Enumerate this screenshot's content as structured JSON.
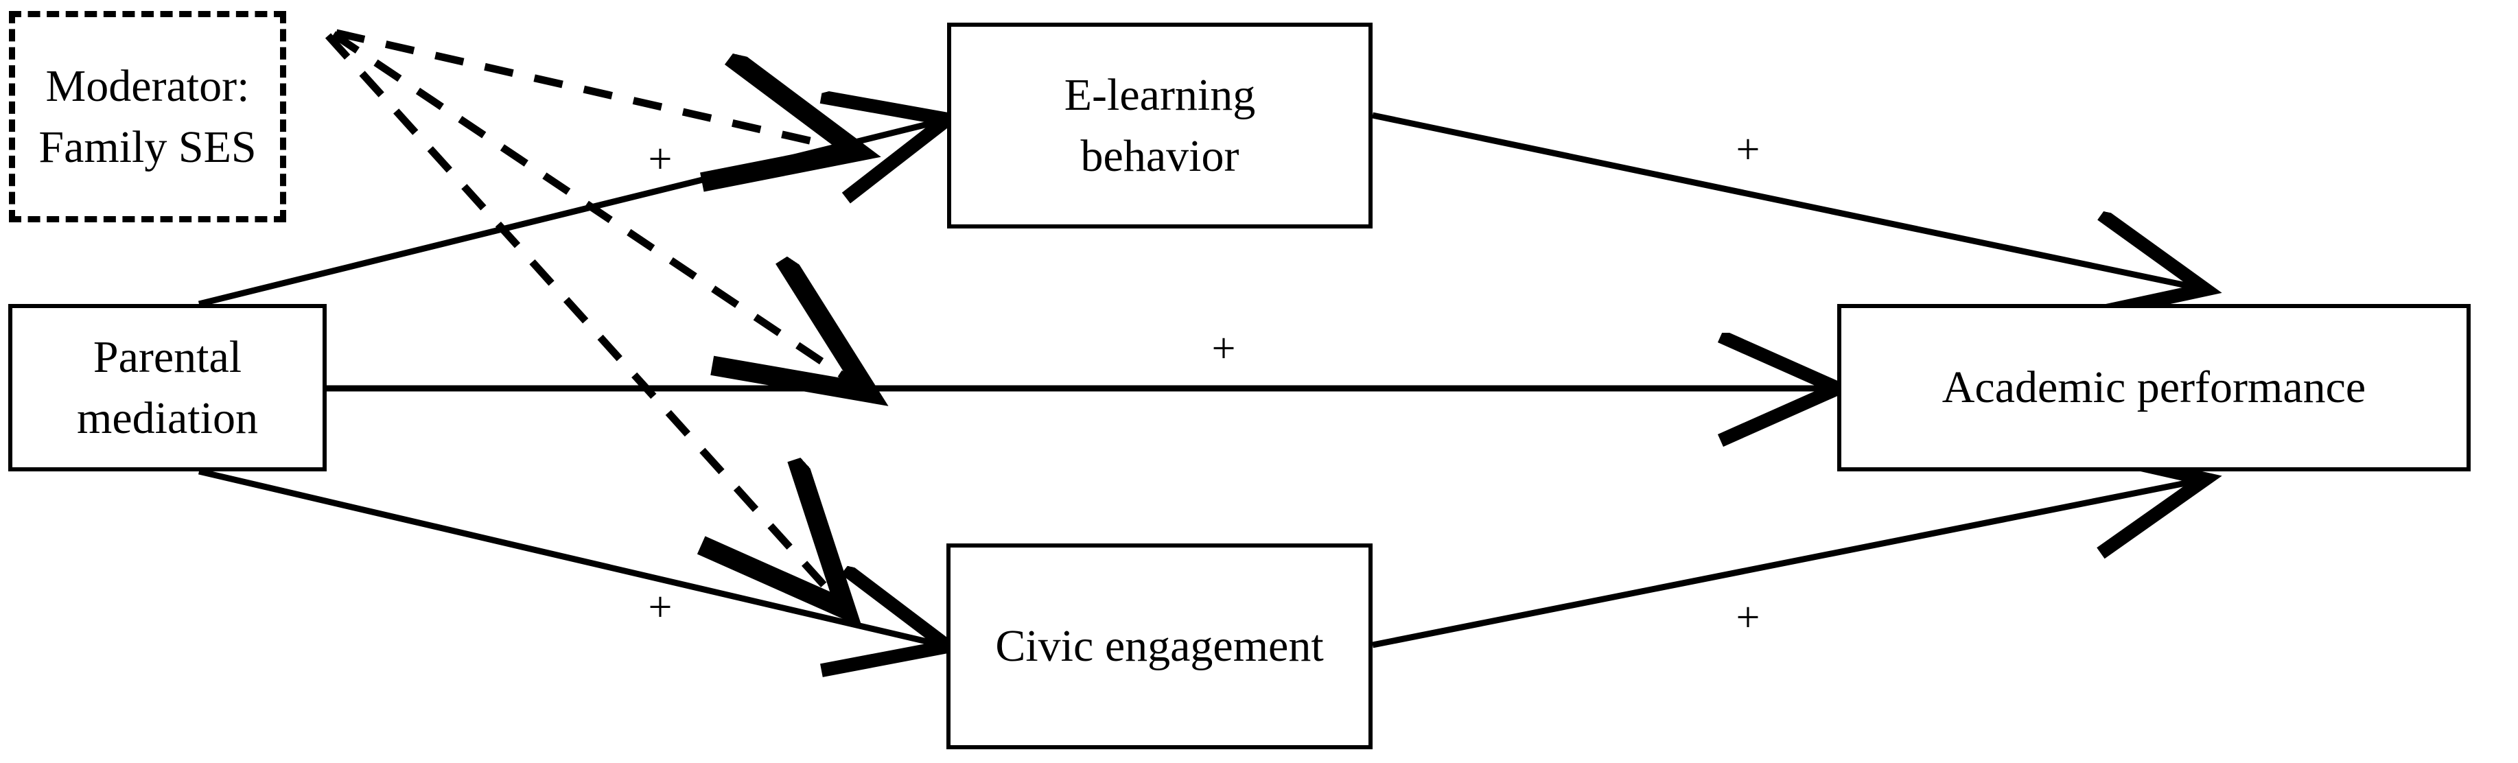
{
  "diagram": {
    "type": "path-model",
    "title": "",
    "background_color": "#ffffff",
    "line_color": "#000000",
    "nodes": [
      {
        "id": "moderator",
        "label": "Moderator:\nFamily SES",
        "border_style": "dashed",
        "role": "moderator"
      },
      {
        "id": "elearning",
        "label": "E-learning\nbehavior",
        "border_style": "solid",
        "role": "mediator"
      },
      {
        "id": "parental",
        "label": "Parental mediation",
        "border_style": "solid",
        "role": "predictor"
      },
      {
        "id": "academic",
        "label": "Academic performance",
        "border_style": "solid",
        "role": "outcome"
      },
      {
        "id": "civic",
        "label": "Civic engagement",
        "border_style": "solid",
        "role": "mediator"
      }
    ],
    "edges": [
      {
        "id": "parental-to-elearning",
        "from": "parental",
        "to": "elearning",
        "style": "solid",
        "sign": "+"
      },
      {
        "id": "elearning-to-academic",
        "from": "elearning",
        "to": "academic",
        "style": "solid",
        "sign": "+"
      },
      {
        "id": "parental-to-academic",
        "from": "parental",
        "to": "academic",
        "style": "solid",
        "sign": "+"
      },
      {
        "id": "parental-to-civic",
        "from": "parental",
        "to": "civic",
        "style": "solid",
        "sign": "+"
      },
      {
        "id": "civic-to-academic",
        "from": "civic",
        "to": "academic",
        "style": "solid",
        "sign": "+"
      },
      {
        "id": "moderator-on-parental-elearning",
        "from": "moderator",
        "to": "parental-to-elearning",
        "style": "dashed",
        "sign": ""
      },
      {
        "id": "moderator-on-parental-academic",
        "from": "moderator",
        "to": "parental-to-academic",
        "style": "dashed",
        "sign": ""
      },
      {
        "id": "moderator-on-parental-civic",
        "from": "moderator",
        "to": "parental-to-civic",
        "style": "dashed",
        "sign": ""
      }
    ],
    "edge_signs": {
      "parental_elearning": "+",
      "elearning_academic": "+",
      "parental_academic": "+",
      "parental_civic": "+",
      "civic_academic": "+"
    }
  }
}
